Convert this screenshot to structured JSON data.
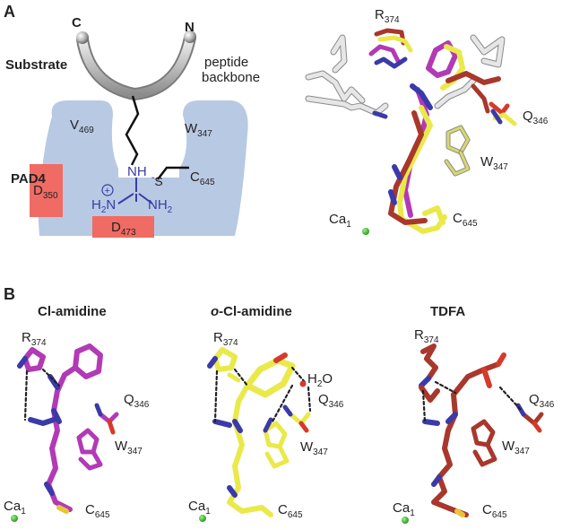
{
  "panel_a": {
    "letter": "A",
    "diagram": {
      "substrate_label": "Substrate",
      "c_terminus": "C",
      "n_terminus": "N",
      "backbone_label_line1": "peptide",
      "backbone_label_line2": "backbone",
      "enzyme_label": "PAD4",
      "residues": {
        "v": "V",
        "v_num": "469",
        "w": "W",
        "w_num": "347",
        "d350": "D",
        "d350_num": "350",
        "d473": "D",
        "d473_num": "473",
        "c": "C",
        "c_num": "645"
      },
      "guanidinium": {
        "nh_top": "NH",
        "plus": "+",
        "h2n_left": "H",
        "h2n_left_sub": "2",
        "h2n_left_n": "N",
        "nh2_right": "NH",
        "nh2_right_sub": "2",
        "thiolate": "S",
        "thiolate_charge": "-"
      }
    },
    "overlay": {
      "r": "R",
      "r_num": "374",
      "q": "Q",
      "q_num": "346",
      "w": "W",
      "w_num": "347",
      "ca": "Ca",
      "ca_num": "1",
      "c": "C",
      "c_num": "645"
    }
  },
  "panel_b": {
    "letter": "B",
    "structures": [
      {
        "title_prefix": "",
        "title": "Cl-amidine",
        "r": "R",
        "r_num": "374",
        "q": "Q",
        "q_num": "346",
        "w": "W",
        "w_num": "347",
        "ca": "Ca",
        "ca_num": "1",
        "c": "C",
        "c_num": "645"
      },
      {
        "title_prefix": "o",
        "title": "-Cl-amidine",
        "r": "R",
        "r_num": "374",
        "water": "H",
        "water_sub": "2",
        "water_o": "O",
        "q": "Q",
        "q_num": "346",
        "w": "W",
        "w_num": "347",
        "ca": "Ca",
        "ca_num": "1",
        "c": "C",
        "c_num": "645"
      },
      {
        "title_prefix": "",
        "title": "TDFA",
        "r": "R",
        "r_num": "374",
        "q": "Q",
        "q_num": "346",
        "w": "W",
        "w_num": "347",
        "ca": "Ca",
        "ca_num": "1",
        "c": "C",
        "c_num": "645"
      }
    ]
  },
  "colors": {
    "enzyme_pocket": "#b8c9e3",
    "aspartate_box": "#ef6b63",
    "nitrogen": "#3a3aa8",
    "oxygen": "#d63a2a",
    "sulfur": "#e8c43a",
    "calcium": "#4cbf3a",
    "cl_amidine": "#b23ab5",
    "o_cl_amidine": "#e9e94a",
    "tdfa": "#a8372c",
    "protein_white": "#e6e6e6",
    "tryptophan": "#d8d870"
  }
}
